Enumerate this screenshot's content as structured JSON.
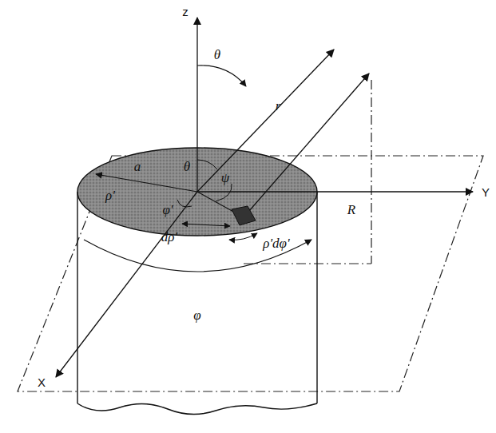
{
  "diagram": {
    "labels": [
      "z",
      "θ",
      "r",
      "R",
      "Y",
      "X",
      "θ",
      "ψ",
      "a",
      "ρ'",
      "φ'",
      "dρ'",
      "ρ'dφ'",
      "φ"
    ]
  }
}
